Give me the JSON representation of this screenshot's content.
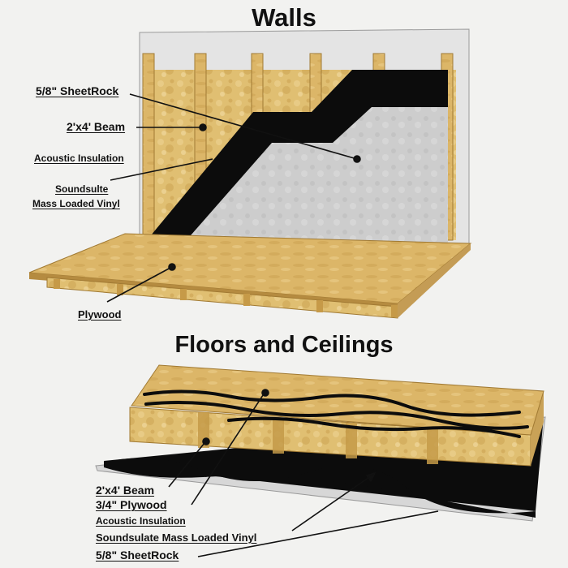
{
  "walls": {
    "title": "Walls",
    "labels": {
      "sheetrock": "5/8\" SheetRock",
      "beam": "2'x4' Beam",
      "insulation": "Acoustic Insulation",
      "mlv_line1": "Soundsulte",
      "mlv_line2": "Mass Loaded Vinyl",
      "plywood": "Plywood"
    }
  },
  "floors": {
    "title": "Floors and Ceilings",
    "labels": {
      "beam": "2'x4' Beam",
      "plywood": "3/4\" Plywood",
      "insulation": "Acoustic Insulation",
      "mlv": "Soundsulate Mass Loaded Vinyl",
      "sheetrock": "5/8\" SheetRock"
    }
  },
  "colors": {
    "wood": "#d9b565",
    "insulation": "#e2c276",
    "vinyl": "#0c0c0c",
    "sheetrock": "#c9c9c9",
    "background": "#f2f2f0"
  }
}
